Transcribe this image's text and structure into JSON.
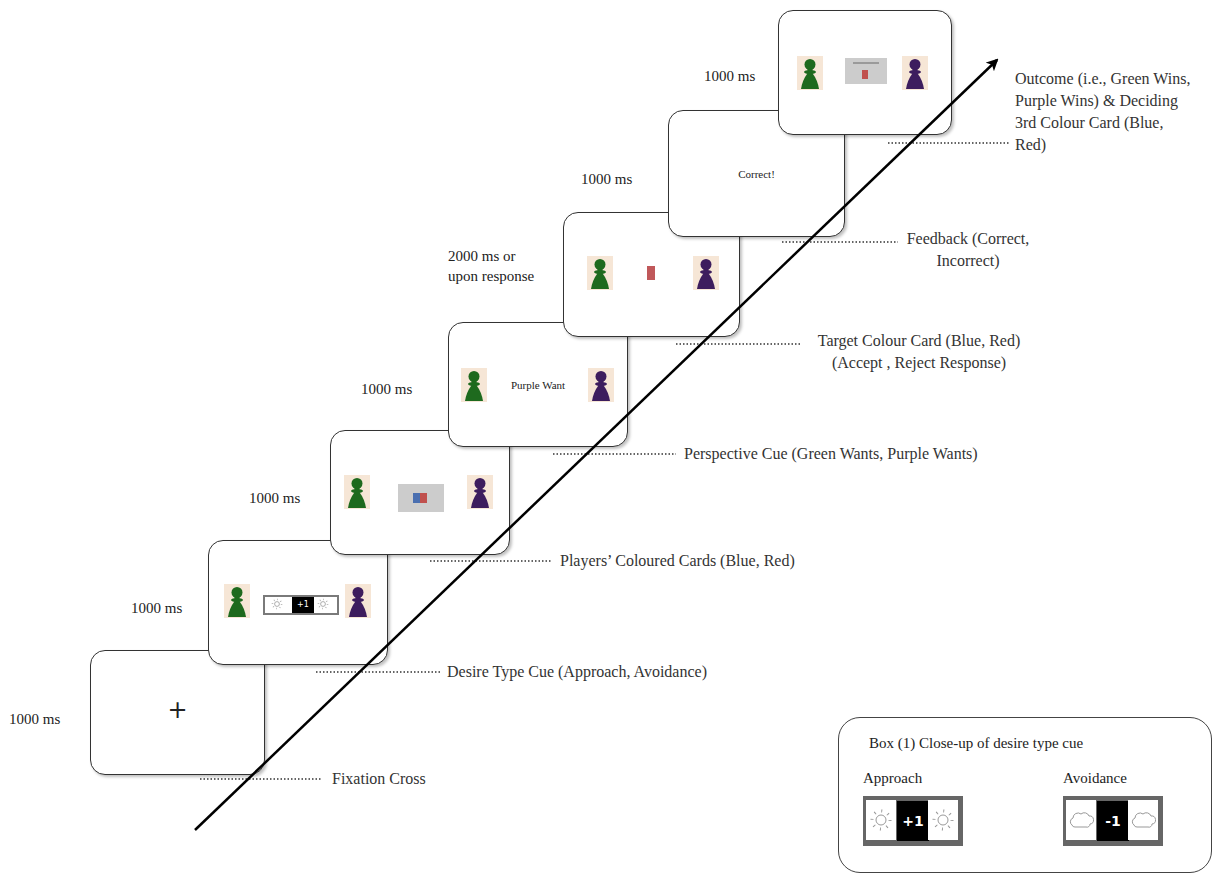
{
  "diagram": {
    "nodes": [
      {
        "text": [
          "1000 ms",
          "+"
        ]
      },
      {
        "text": [
          "1000 ms"
        ]
      },
      {
        "text": [
          "+1"
        ],
        "in": 1
      },
      {
        "text": [
          "1000 ms"
        ]
      },
      {
        "text": [
          "1000 ms",
          "Purple Want"
        ]
      },
      {
        "text": [
          "2000 ms or upon response"
        ]
      },
      {
        "text": [
          "1000 ms",
          "Correct!"
        ]
      },
      {
        "text": [
          "1000 ms"
        ]
      },
      {
        "text": [
          "Box (1) Close-up of desire type cue"
        ]
      },
      {
        "text": [
          "Approach",
          "+1"
        ],
        "in": 8
      },
      {
        "text": [
          "Avoidance",
          "-1"
        ],
        "in": 8
      }
    ],
    "labels": [
      "Fixation Cross",
      "Desire Type Cue (Approach, Avoidance)",
      "Players’ Coloured Cards (Blue, Red)",
      "Perspective Cue (Green Wants, Purple Wants)",
      "Target Colour Card (Blue, Red) (Accept , Reject Response)",
      "Feedback (Correct, Incorrect)",
      "Outcome (i.e., Green Wins, Purple Wins) & Deciding 3rd Colour Card (Blue, Red)"
    ]
  }
}
